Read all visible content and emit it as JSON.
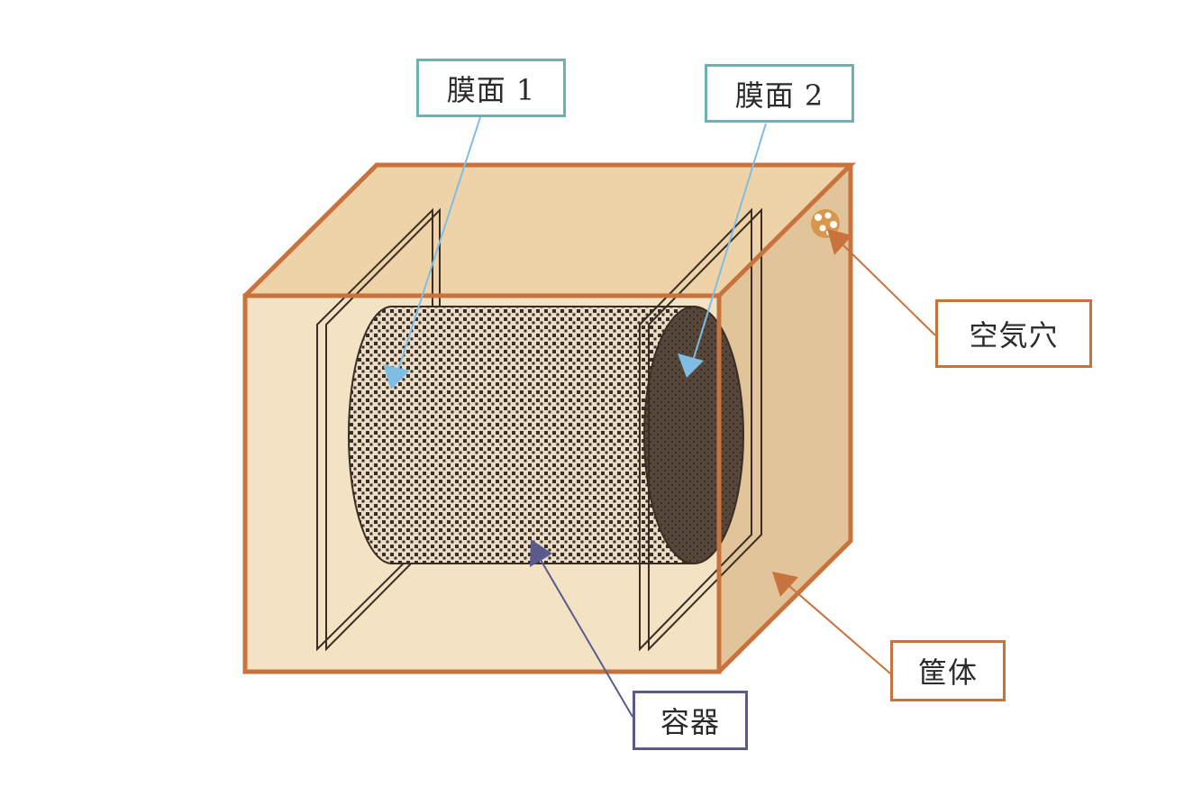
{
  "labels": {
    "membrane1": "膜面 1",
    "membrane2": "膜面 2",
    "air_hole": "空気穴",
    "housing": "筐体",
    "container": "容器"
  },
  "colors": {
    "housing_stroke": "#c8733d",
    "housing_front": "#f3e2c4",
    "housing_top": "#efd3a8",
    "housing_side": "#e2c49b",
    "membrane_arrow": "#7fbde4",
    "container_arrow": "#5a5a8c",
    "housing_arrow": "#c8733d",
    "container_dots": "#3a2e24",
    "container_end": "#56473a"
  }
}
